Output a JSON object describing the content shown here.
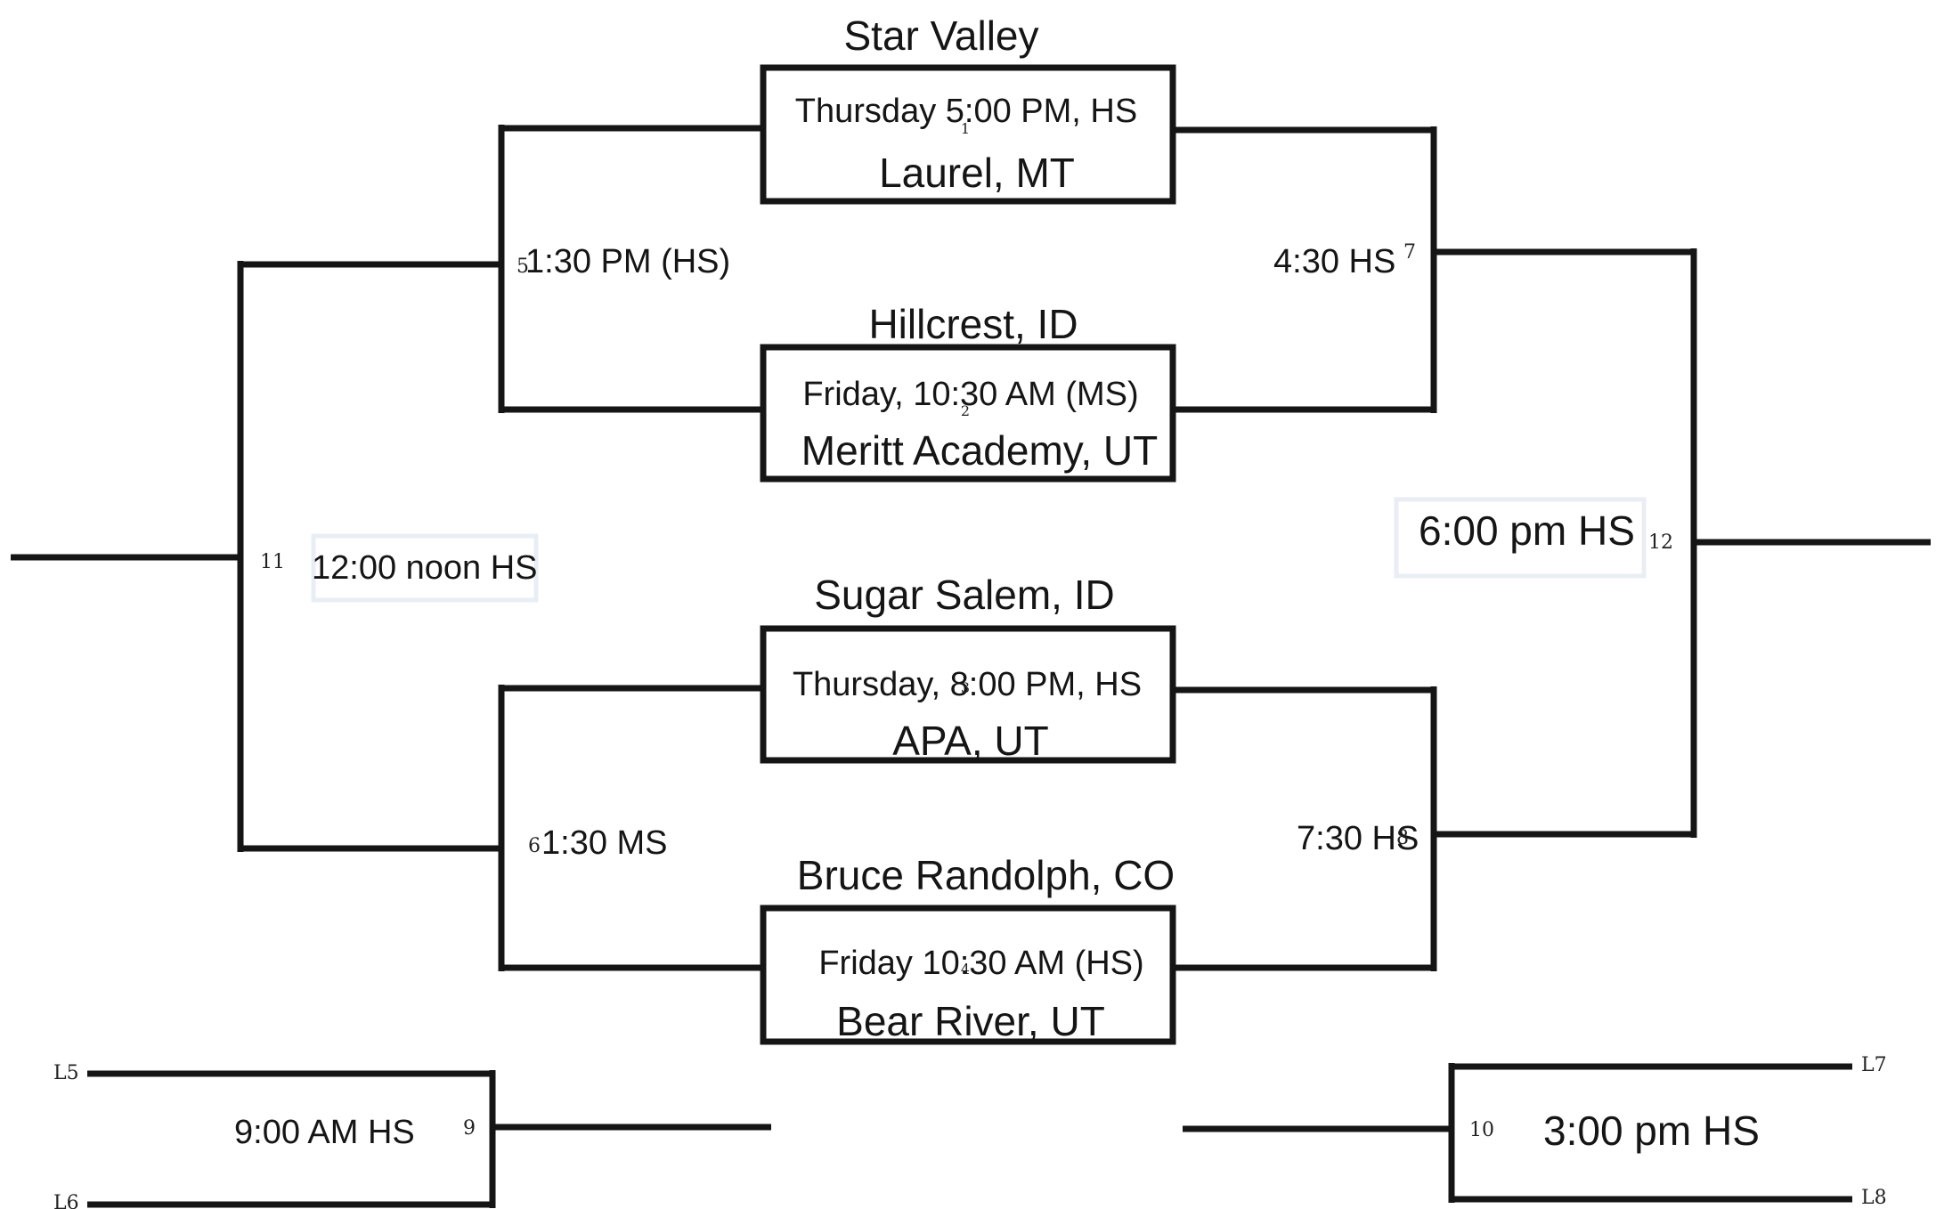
{
  "games": {
    "g1": {
      "number": "1",
      "team_top": "Star Valley",
      "time": "Thursday 5:00 PM, HS",
      "team_bottom": "Laurel, MT"
    },
    "g2": {
      "number": "2",
      "team_top": "Hillcrest, ID",
      "time": "Friday, 10:30 AM (MS)",
      "team_bottom": "Meritt Academy, UT"
    },
    "g3": {
      "number": "3",
      "team_top": "Sugar Salem, ID",
      "time": "Thursday, 8:00 PM, HS",
      "team_bottom": "APA, UT"
    },
    "g4": {
      "number": "4",
      "team_top": "Bruce Randolph, CO",
      "time": "Friday 10:30 AM (HS)",
      "team_bottom": "Bear River, UT"
    },
    "g5": {
      "number": "5",
      "time": "1:30 PM (HS)"
    },
    "g6": {
      "number": "6",
      "time": "1:30 MS"
    },
    "g7": {
      "number": "7",
      "time": "4:30 HS"
    },
    "g8": {
      "number": "8",
      "time": "7:30 HS"
    },
    "g9": {
      "number": "9",
      "time": "9:00 AM HS",
      "label_top": "L5",
      "label_bottom": "L6"
    },
    "g10": {
      "number": "10",
      "time": "3:00 pm HS",
      "label_top": "L7",
      "label_bottom": "L8"
    },
    "g11": {
      "number": "11",
      "time": "12:00 noon HS"
    },
    "g12": {
      "number": "12",
      "time": "6:00 pm HS"
    }
  }
}
